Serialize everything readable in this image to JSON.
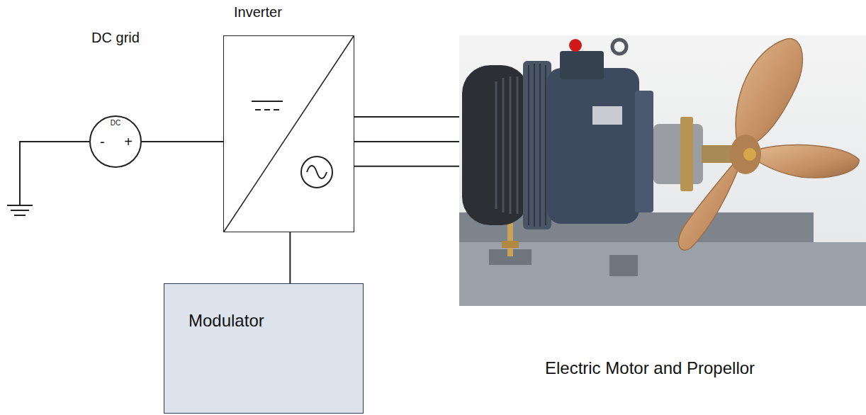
{
  "diagram": {
    "nodes": [
      {
        "text": [
          "DC grid",
          "DC",
          "-",
          "+"
        ]
      },
      {
        "text": [
          "Inverter"
        ]
      },
      {
        "text": [
          "Modulator"
        ]
      },
      {
        "text": [
          "Electric Motor and Propellor"
        ]
      }
    ],
    "edges": [
      {
        "from": 0,
        "to": 1,
        "arrow": "none"
      },
      {
        "from": 1,
        "to": 2,
        "arrow": "none"
      },
      {
        "from": 1,
        "to": 3,
        "arrow": "none"
      },
      {
        "from": 1,
        "to": 3,
        "arrow": "none"
      },
      {
        "from": 1,
        "to": 3,
        "arrow": "none"
      }
    ]
  }
}
